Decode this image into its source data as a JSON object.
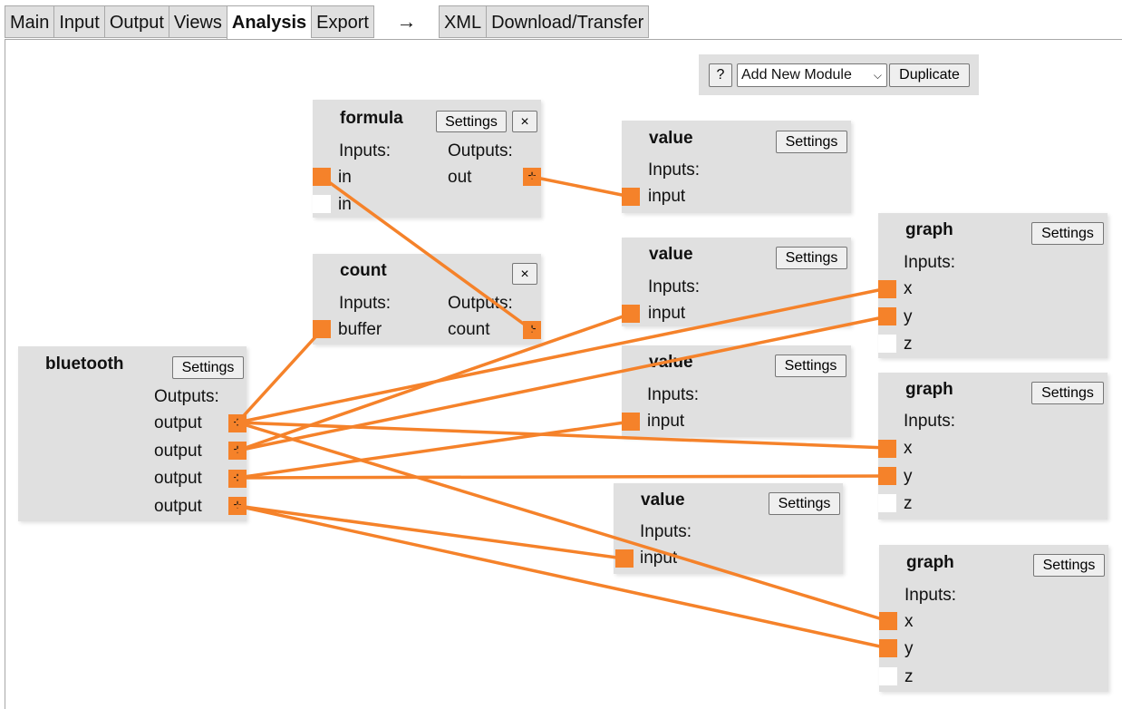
{
  "tabs": [
    "Main",
    "Input",
    "Output",
    "Views",
    "Analysis",
    "Export"
  ],
  "active_tab": "Analysis",
  "nav_arrow": "→",
  "export_tabs": [
    "XML",
    "Download/Transfer"
  ],
  "toolbar": {
    "help_label": "?",
    "add_module_label": "Add New Module",
    "duplicate_label": "Duplicate"
  },
  "colors": {
    "accent": "#f5822a",
    "module_bg": "#e0e0e0"
  },
  "modules": {
    "formula": {
      "title": "formula",
      "settings_label": "Settings",
      "close_label": "×",
      "inputs_label": "Inputs:",
      "outputs_label": "Outputs:",
      "inputs": [
        "in",
        "in"
      ],
      "outputs": [
        "out"
      ],
      "output_port_symbol": "+"
    },
    "count": {
      "title": "count",
      "close_label": "×",
      "inputs_label": "Inputs:",
      "outputs_label": "Outputs:",
      "inputs": [
        "buffer"
      ],
      "outputs": [
        "count"
      ],
      "output_port_symbol": "+"
    },
    "bluetooth": {
      "title": "bluetooth",
      "settings_label": "Settings",
      "outputs_label": "Outputs:",
      "outputs": [
        "output",
        "output",
        "output",
        "output"
      ],
      "output_port_symbol": "+"
    },
    "value1": {
      "title": "value",
      "settings_label": "Settings",
      "inputs_label": "Inputs:",
      "inputs": [
        "input"
      ]
    },
    "value2": {
      "title": "value",
      "settings_label": "Settings",
      "inputs_label": "Inputs:",
      "inputs": [
        "input"
      ]
    },
    "value3": {
      "title": "value",
      "settings_label": "Settings",
      "inputs_label": "Inputs:",
      "inputs": [
        "input"
      ]
    },
    "value4": {
      "title": "value",
      "settings_label": "Settings",
      "inputs_label": "Inputs:",
      "inputs": [
        "input"
      ]
    },
    "graph1": {
      "title": "graph",
      "settings_label": "Settings",
      "inputs_label": "Inputs:",
      "inputs": [
        "x",
        "y",
        "z"
      ]
    },
    "graph2": {
      "title": "graph",
      "settings_label": "Settings",
      "inputs_label": "Inputs:",
      "inputs": [
        "x",
        "y",
        "z"
      ]
    },
    "graph3": {
      "title": "graph",
      "settings_label": "Settings",
      "inputs_label": "Inputs:",
      "inputs": [
        "x",
        "y",
        "z"
      ]
    }
  }
}
